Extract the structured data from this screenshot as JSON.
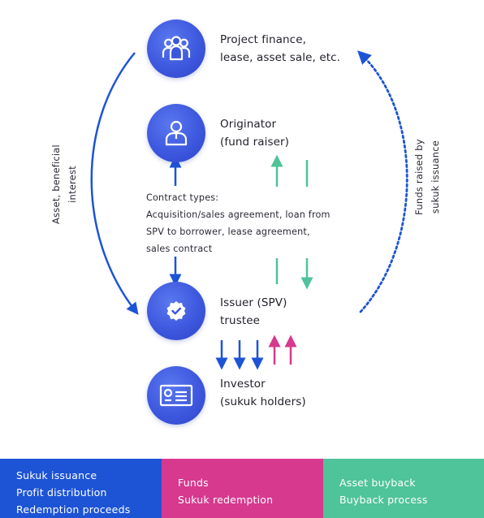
{
  "nodes": {
    "project": {
      "line1": "Project finance,",
      "line2": "lease, asset sale, etc.",
      "icon": "people-group-icon"
    },
    "originator": {
      "line1": "Originator",
      "line2": "(fund raiser)",
      "icon": "person-icon"
    },
    "issuer": {
      "line1": "Issuer (SPV)",
      "line2": "trustee",
      "icon": "verified-badge-icon"
    },
    "investor": {
      "line1": "Investor",
      "line2": "(sukuk holders)",
      "icon": "certificate-icon"
    }
  },
  "contract": {
    "line1": "Contract types:",
    "line2": "Acquisition/sales agreement, loan from",
    "line3": "SPV to borrower, lease agreement,",
    "line4": "sales contract"
  },
  "left_label": {
    "line1": "Asset, beneficial",
    "line2": "interest"
  },
  "right_label": {
    "line1": "Funds raised by",
    "line2": "sukuk issuance"
  },
  "legend": {
    "blue": {
      "line1": "Sukuk issuance",
      "line2": "Profit distribution",
      "line3": "Redemption proceeds"
    },
    "pink": {
      "line1": "Funds",
      "line2": "Sukuk redemption"
    },
    "green": {
      "line1": "Asset buyback",
      "line2": "Buyback process"
    }
  },
  "colors": {
    "blue": "#1d54d6",
    "pink": "#d6398e",
    "green": "#4fc39a",
    "node": "#3b55dc"
  }
}
